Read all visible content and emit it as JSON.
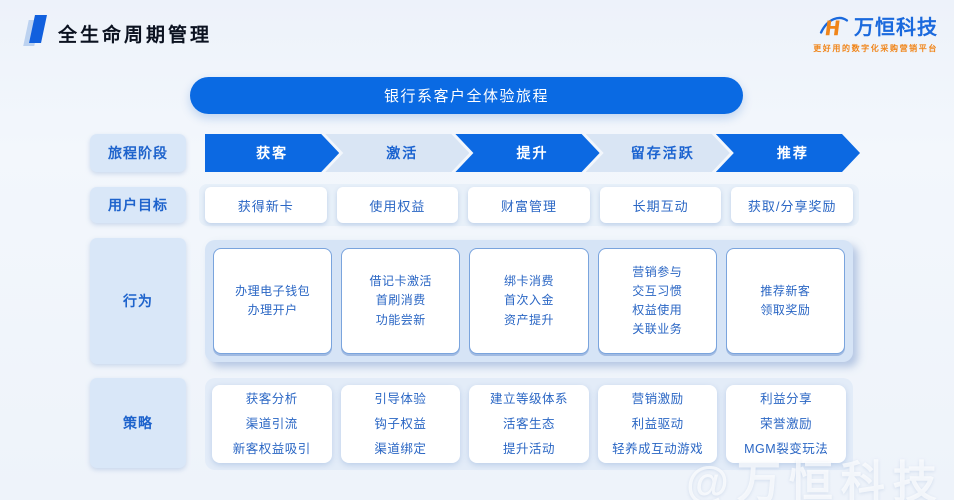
{
  "header": {
    "title": "全生命周期管理"
  },
  "brand": {
    "name": "万恒科技",
    "tagline": "更好用的数字化采购营销平台",
    "logo_letter": "H"
  },
  "banner": {
    "title": "银行系客户全体验旅程"
  },
  "stages": {
    "row_label": "旅程阶段",
    "items": [
      {
        "label": "获客"
      },
      {
        "label": "激活"
      },
      {
        "label": "提升"
      },
      {
        "label": "留存活跃"
      },
      {
        "label": "推荐"
      }
    ]
  },
  "goals": {
    "row_label": "用户目标",
    "items": [
      {
        "label": "获得新卡"
      },
      {
        "label": "使用权益"
      },
      {
        "label": "财富管理"
      },
      {
        "label": "长期互动"
      },
      {
        "label": "获取/分享奖励"
      }
    ]
  },
  "behaviors": {
    "row_label": "行为",
    "cards": [
      {
        "lines": [
          "办理电子钱包",
          "办理开户"
        ]
      },
      {
        "lines": [
          "借记卡激活",
          "首刷消费",
          "功能尝新"
        ]
      },
      {
        "lines": [
          "绑卡消费",
          "首次入金",
          "资产提升"
        ]
      },
      {
        "lines": [
          "营销参与",
          "交互习惯",
          "权益使用",
          "关联业务"
        ]
      },
      {
        "lines": [
          "推荐新客",
          "领取奖励"
        ]
      }
    ]
  },
  "strategies": {
    "row_label": "策略",
    "cards": [
      {
        "lines": [
          "获客分析",
          "渠道引流",
          "新客权益吸引"
        ]
      },
      {
        "lines": [
          "引导体验",
          "钩子权益",
          "渠道绑定"
        ]
      },
      {
        "lines": [
          "建立等级体系",
          "活客生态",
          "提升活动"
        ]
      },
      {
        "lines": [
          "营销激励",
          "利益驱动",
          "轻养成互动游戏"
        ]
      },
      {
        "lines": [
          "利益分享",
          "荣誉激励",
          "MGM裂变玩法"
        ]
      }
    ]
  },
  "watermark": {
    "text": "@万恒科技"
  },
  "colors": {
    "primary": "#0a6ae3",
    "arrow-light": "#d9e5f4",
    "label-bg": "#d9e7f8",
    "text-blue": "#2a66c4",
    "brand-blue": "#1a69dd",
    "brand-orange": "#f08519"
  }
}
